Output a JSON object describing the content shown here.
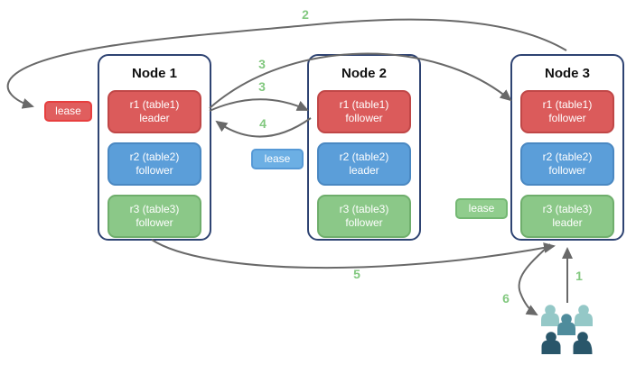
{
  "diagram": {
    "nodes": [
      {
        "label": "Node 1",
        "replicas": [
          {
            "name": "r1 (table1)",
            "role": "leader",
            "color": "red"
          },
          {
            "name": "r2 (table2)",
            "role": "follower",
            "color": "blue"
          },
          {
            "name": "r3 (table3)",
            "role": "follower",
            "color": "green"
          }
        ]
      },
      {
        "label": "Node 2",
        "replicas": [
          {
            "name": "r1 (table1)",
            "role": "follower",
            "color": "red"
          },
          {
            "name": "r2 (table2)",
            "role": "leader",
            "color": "blue"
          },
          {
            "name": "r3 (table3)",
            "role": "follower",
            "color": "green"
          }
        ]
      },
      {
        "label": "Node 3",
        "replicas": [
          {
            "name": "r1 (table1)",
            "role": "follower",
            "color": "red"
          },
          {
            "name": "r2 (table2)",
            "role": "follower",
            "color": "blue"
          },
          {
            "name": "r3 (table3)",
            "role": "leader",
            "color": "green"
          }
        ]
      }
    ],
    "leases": [
      {
        "label": "lease",
        "color": "red"
      },
      {
        "label": "lease",
        "color": "blue"
      },
      {
        "label": "lease",
        "color": "green"
      }
    ],
    "steps": {
      "s1": "1",
      "s2": "2",
      "s3a": "3",
      "s3b": "3",
      "s4": "4",
      "s5": "5",
      "s6": "6"
    },
    "icons": {
      "clients": "users-group-icon"
    },
    "colors": {
      "replica_red": "#db5b5b",
      "replica_blue": "#5b9ed9",
      "replica_green": "#8bc888",
      "node_border": "#2e4372",
      "arrow": "#696969",
      "step_label": "#82c87f",
      "users_light": "#94c8c7",
      "users_mid": "#4f8c9c",
      "users_dark": "#29566a"
    }
  }
}
